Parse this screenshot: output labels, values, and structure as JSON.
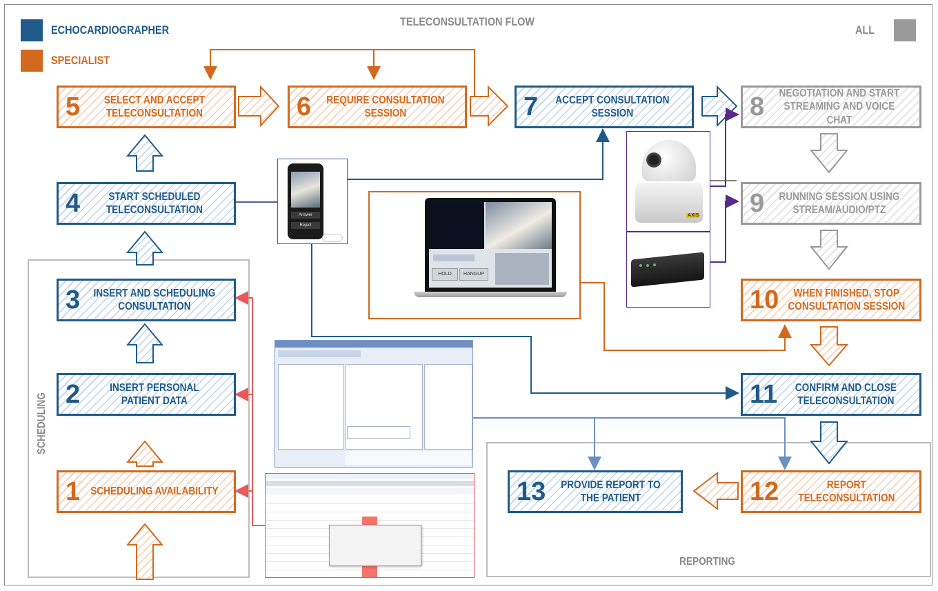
{
  "title": "TELECONSULTATION FLOW",
  "legend": {
    "echocardiographer": "ECHOCARDIOGRAPHER",
    "specialist": "SPECIALIST",
    "all": "ALL"
  },
  "colors": {
    "echocardiographer": "#1f5a8a",
    "specialist": "#d2691e",
    "all": "#9a9a9a",
    "purple_link": "#5a2a8a",
    "red_link": "#e85a5a"
  },
  "groups": {
    "scheduling": "SCHEDULING",
    "reporting": "REPORTING"
  },
  "steps": [
    {
      "num": "1",
      "text": "SCHEDULING AVAILABILITY",
      "role": "specialist"
    },
    {
      "num": "2",
      "text": "INSERT PERSONAL PATIENT DATA",
      "role": "echocardiographer"
    },
    {
      "num": "3",
      "text": "INSERT AND SCHEDULING CONSULTATION",
      "role": "echocardiographer"
    },
    {
      "num": "4",
      "text": "START SCHEDULED TELECONSULTATION",
      "role": "echocardiographer"
    },
    {
      "num": "5",
      "text": "SELECT AND ACCEPT TELECONSULTATION",
      "role": "specialist"
    },
    {
      "num": "6",
      "text": "REQUIRE CONSULTATION SESSION",
      "role": "specialist"
    },
    {
      "num": "7",
      "text": "ACCEPT CONSULTATION SESSION",
      "role": "echocardiographer"
    },
    {
      "num": "8",
      "text": "NEGOTIATION AND START STREAMING AND VOICE CHAT",
      "role": "all"
    },
    {
      "num": "9",
      "text": "RUNNING SESSION USING STREAM/AUDIO/PTZ",
      "role": "all"
    },
    {
      "num": "10",
      "text": "WHEN FINISHED, STOP CONSULTATION SESSION",
      "role": "specialist"
    },
    {
      "num": "11",
      "text": "CONFIRM AND CLOSE TELECONSULTATION",
      "role": "echocardiographer"
    },
    {
      "num": "12",
      "text": "REPORT TELECONSULTATION",
      "role": "specialist"
    },
    {
      "num": "13",
      "text": "PROVIDE REPORT TO THE PATIENT",
      "role": "echocardiographer"
    }
  ],
  "devices": {
    "phone_button_answer": "Answer",
    "phone_button_reject": "Reject",
    "laptop_hold": "HOLD",
    "laptop_hangup": "HANGUP",
    "camera_brand": "AXIS"
  }
}
